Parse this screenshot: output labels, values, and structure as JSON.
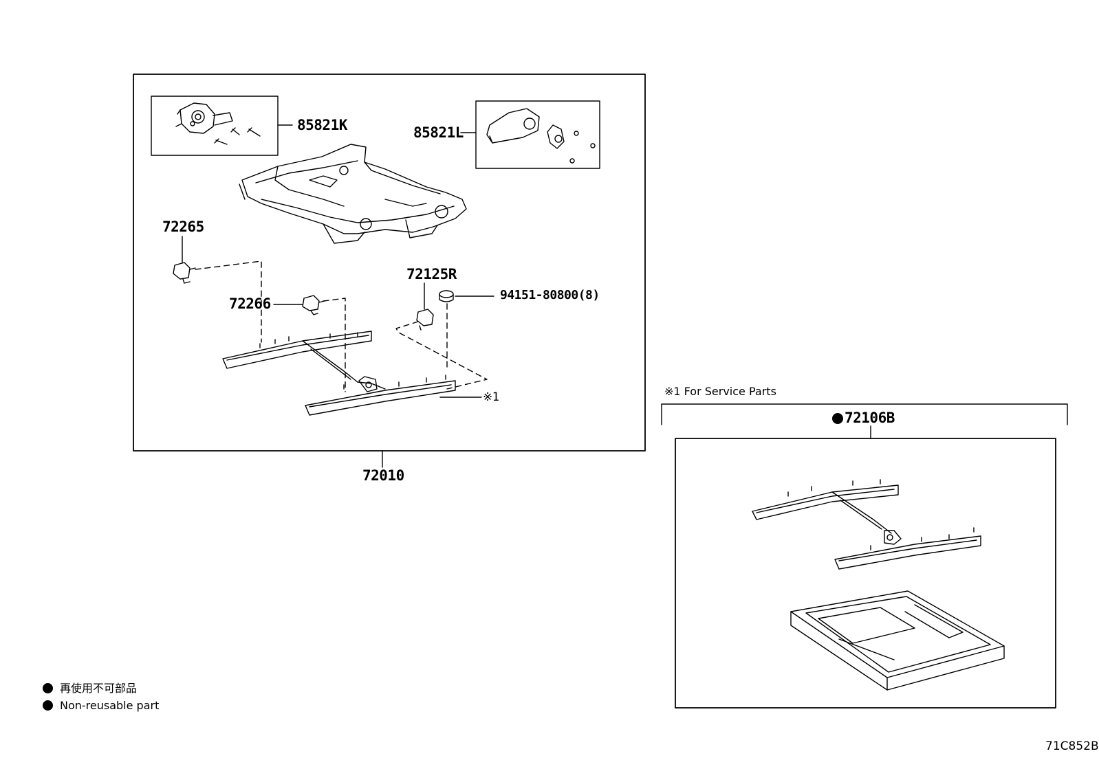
{
  "diagram": {
    "parts": {
      "motor_k": "85821K",
      "motor_l": "85821L",
      "p72265": "72265",
      "p72266": "72266",
      "p72125r": "72125R",
      "nut": "94151-80800(8)",
      "note_ref": "※1",
      "assembly": "72010",
      "service_part": "72106B"
    },
    "service_note": "※1 For Service Parts",
    "legend": {
      "jp": "再使用不可部品",
      "en": "Non-reusable part"
    },
    "figure_code": "71C852B"
  }
}
